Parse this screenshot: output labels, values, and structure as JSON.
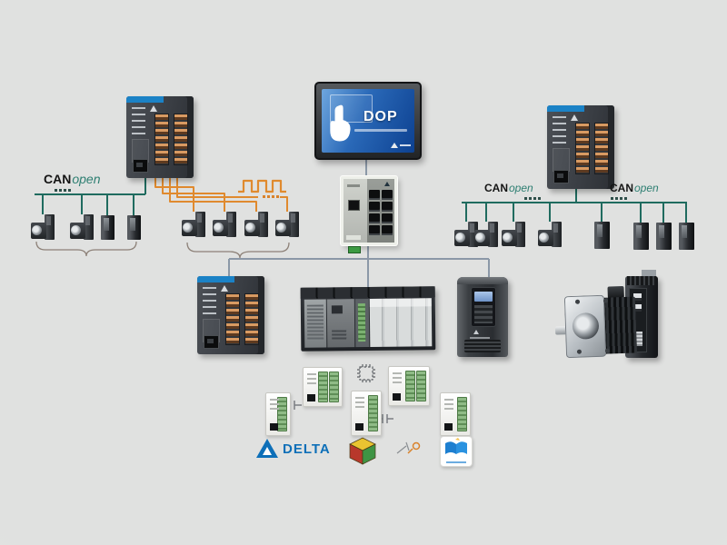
{
  "labels": {
    "canopen_bold": "CAN",
    "canopen_script": "open",
    "hmi_model": "DOP",
    "brand_wordmark": "DELTA"
  },
  "colors": {
    "background": "#e3e4e2",
    "canopen_bus": "#1f6b5f",
    "pulse_line": "#e08a2e",
    "ethernet_line": "#8b98a7",
    "plc_stripe_blue": "#1b82c6",
    "terminal_block_orange": "#d89a62",
    "hmi_screen_blue": "#2a69b8",
    "delta_blue": "#0d6fb8",
    "cube_top_yellow": "#e9c431",
    "cube_left_red": "#b8382b",
    "cube_right_green": "#3f9444",
    "book_icon_blue": "#1d7fd0",
    "din_connector_green": "#3c9a42"
  },
  "icons": {
    "touch_hand": "hand-pointer-icon",
    "pulse_wave": "square-wave-icon",
    "chip": "ic-chip-icon",
    "book": "open-book-icon",
    "cube": "color-cube-icon",
    "delta_triangle": "delta-triangle-icon",
    "ellipsis_nodes": "more-nodes-dots"
  },
  "groups": {
    "left_canopen_device_count": 4,
    "pulse_output_device_count": 4,
    "right_canopen_left_device_count": 4,
    "right_canopen_right_device_count": 4,
    "bottom_row_device_count": 5
  }
}
